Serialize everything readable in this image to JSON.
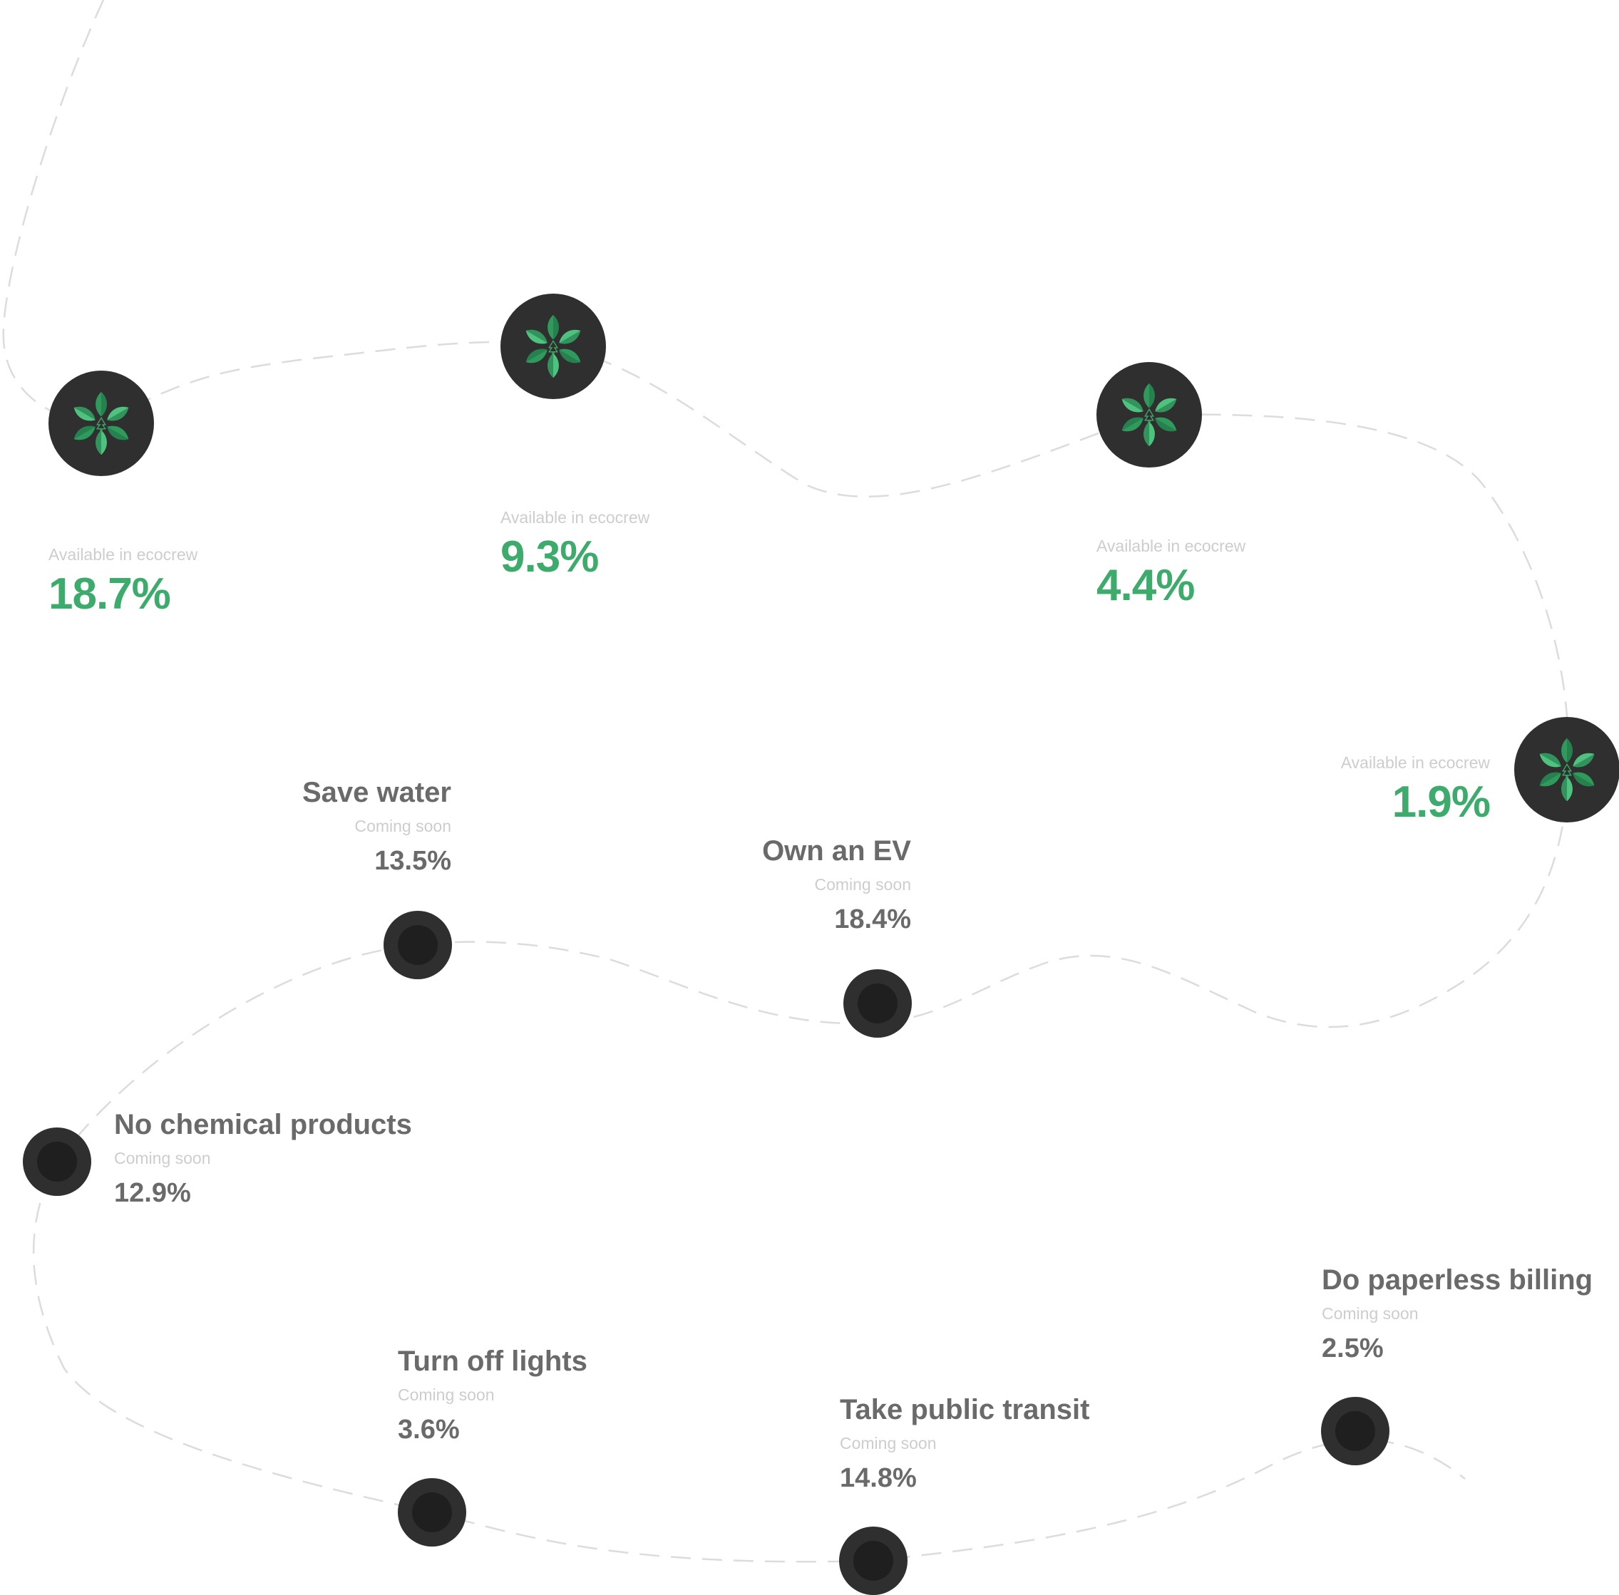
{
  "colors": {
    "accent_green": "#3dab6b",
    "node_dark": "#2f2f2f",
    "text_grey": "#6a6a6a",
    "muted": "#cdcdcd",
    "path": "#dcdcdc"
  },
  "ecocrew_items": [
    {
      "status": "Available in ecocrew",
      "percent": "18.7%",
      "icon": "leaf-flower-icon"
    },
    {
      "status": "Available in ecocrew",
      "percent": "9.3%",
      "icon": "leaf-flower-icon"
    },
    {
      "status": "Available in ecocrew",
      "percent": "4.4%",
      "icon": "leaf-flower-icon"
    },
    {
      "status": "Available in ecocrew",
      "percent": "1.9%",
      "icon": "leaf-flower-icon"
    }
  ],
  "coming_soon_items": [
    {
      "title": "Save water",
      "status": "Coming soon",
      "percent": "13.5%"
    },
    {
      "title": "Own an EV",
      "status": "Coming soon",
      "percent": "18.4%"
    },
    {
      "title": "No chemical products",
      "status": "Coming soon",
      "percent": "12.9%"
    },
    {
      "title": "Turn off lights",
      "status": "Coming soon",
      "percent": "3.6%"
    },
    {
      "title": "Take public transit",
      "status": "Coming soon",
      "percent": "14.8%"
    },
    {
      "title": "Do paperless billing",
      "status": "Coming soon",
      "percent": "2.5%"
    }
  ]
}
